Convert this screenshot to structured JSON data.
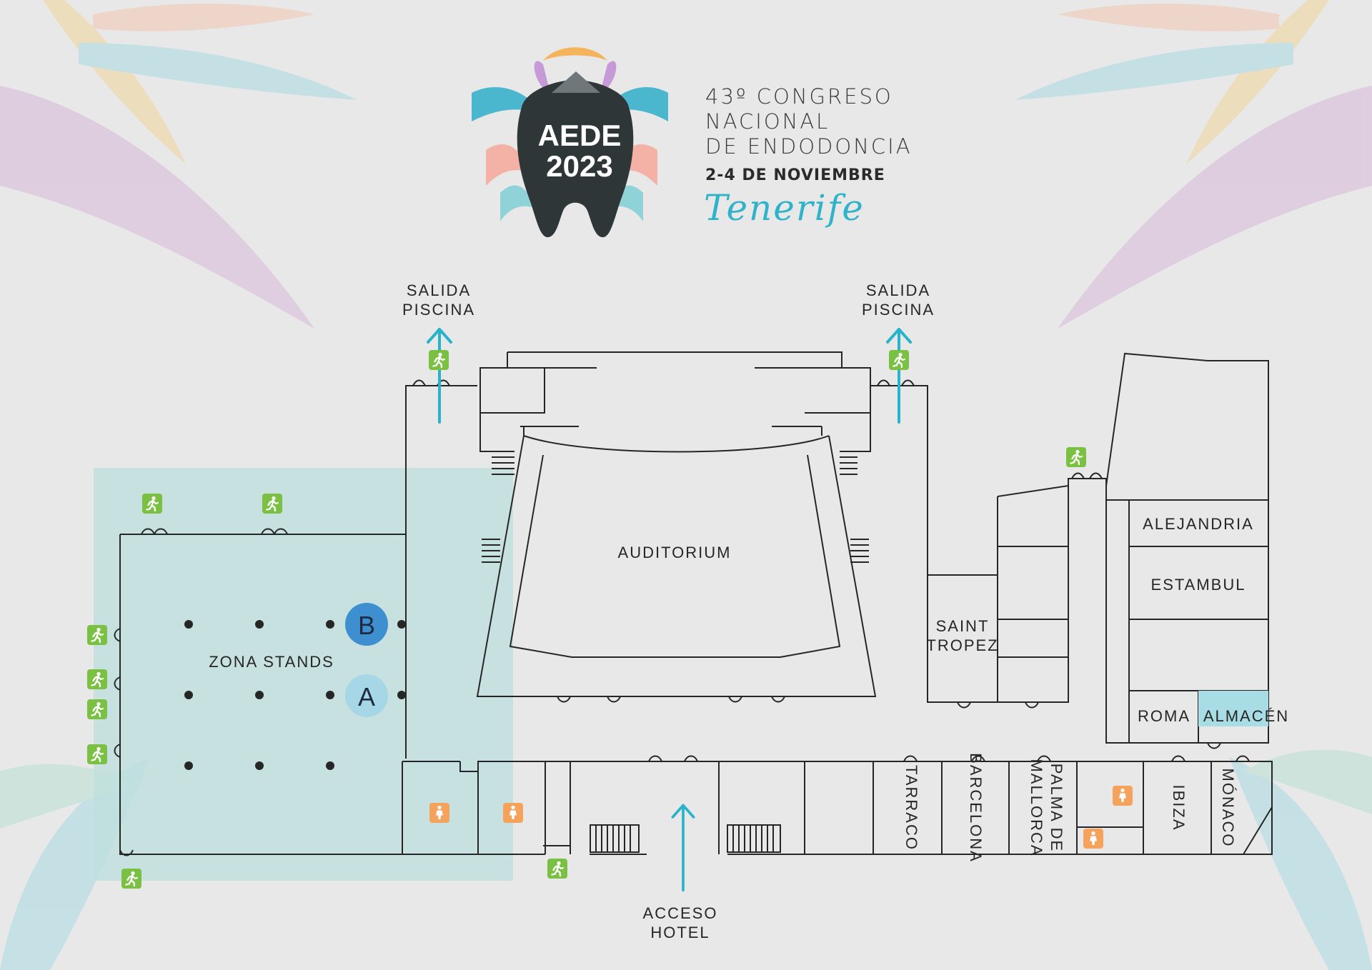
{
  "header": {
    "logo": {
      "line1": "AEDE",
      "line2": "2023"
    },
    "title_lines": [
      "43º CONGRESO",
      "NACIONAL",
      "DE ENDODONCIA"
    ],
    "dates": "2-4 DE NOVIEMBRE",
    "city": "Tenerife"
  },
  "colors": {
    "background": "#e8e8e8",
    "stands_zone": "#bfdfde",
    "storage": "#a9dde6",
    "arrow": "#27b3c9",
    "exit_sign": "#7ac143",
    "restroom_sign": "#f5a35c",
    "marker_b": "#3d8fcf",
    "marker_a": "#a6d7e6"
  },
  "labels": {
    "salida_piscina_left": [
      "SALIDA",
      "PISCINA"
    ],
    "salida_piscina_right": [
      "SALIDA",
      "PISCINA"
    ],
    "acceso_hotel": [
      "ACCESO",
      "HOTEL"
    ],
    "auditorium": "AUDITORIUM",
    "zona_stands": "ZONA STANDS",
    "saint_tropez": [
      "SAINT",
      "TROPEZ"
    ],
    "alejandria": "ALEJANDRIA",
    "estambul": "ESTAMBUL",
    "roma": "ROMA",
    "almacen": "ALMACÉN",
    "tarraco": "TARRACO",
    "barcelona": "BARCELONA",
    "palma": [
      "PALMA DE",
      "MALLORCA"
    ],
    "ibiza": "IBIZA",
    "monaco": "MÓNACO",
    "marker_b": "B",
    "marker_a": "A"
  },
  "icons": {
    "emergency_exit": "running-person-icon",
    "restroom": "person-icon",
    "exit_arrow": "arrow-up-icon"
  }
}
